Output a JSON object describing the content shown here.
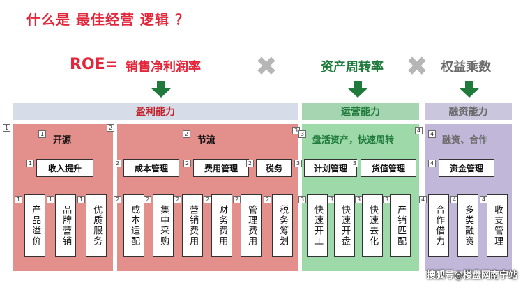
{
  "title": "什么是 最佳经营 逻辑 ？",
  "roe_label": "ROE=",
  "factors": {
    "net_margin": "销售净利润率",
    "asset_turnover": "资产周转率",
    "equity_multiplier": "权益乘数"
  },
  "times_symbol": "✖",
  "bands": {
    "profit": "盈利能力",
    "operation": "运营能力",
    "finance": "融资能力"
  },
  "profit": {
    "open": {
      "heading": "开源",
      "sub": "收入提升",
      "items": [
        "产品溢价",
        "品牌营销",
        "优质服务"
      ],
      "badges": {
        "panel": "1",
        "heading": "1",
        "sub": "1",
        "items": [
          "1",
          "1",
          "1"
        ]
      }
    },
    "save": {
      "heading": "节流",
      "subs": [
        "成本管理",
        "费用管理",
        "税务"
      ],
      "items": [
        "成本适配",
        "集中采购",
        "营销费用",
        "财务费用",
        "管理费用",
        "税务筹划"
      ],
      "badges": {
        "panel": "2",
        "heading": "2",
        "subs": [
          "2",
          "2",
          "2"
        ],
        "items": [
          "2",
          "2",
          "2",
          "2",
          "2",
          "2"
        ]
      }
    }
  },
  "operation": {
    "heading": "盘活资产，快速周转",
    "subs": [
      "计划管理",
      "货值管理"
    ],
    "items": [
      "快速开工",
      "快速开盘",
      "快速去化",
      "产销匹配"
    ],
    "badges": {
      "panel_left": "3",
      "panel_right": "3",
      "subs": [
        "3",
        "3"
      ],
      "items": [
        "3",
        "3",
        "3",
        "3"
      ]
    }
  },
  "finance": {
    "heading": "融资、合作",
    "sub": "资金管理",
    "items": [
      "合作借力",
      "多类融资",
      "收支管理"
    ],
    "badges": {
      "panel": "4",
      "heading": "4",
      "sub": "4",
      "items": [
        "4",
        "4",
        "4"
      ]
    }
  },
  "watermark": "搜狐号@楼盘网南宁站",
  "colors": {
    "title_red": "#e3263a",
    "green": "#1f7a3c",
    "gray_text": "#6d6d6d",
    "profit_band": "#d6dde8",
    "operation_band": "#a5d6b1",
    "finance_band": "#c9c6de",
    "profit_panel": "#e38f8c",
    "operation_panel": "#9ed9a9",
    "finance_panel": "#c1b7d8",
    "band_text_red": "#c2222a",
    "band_text_gray": "#6a6a6a"
  }
}
